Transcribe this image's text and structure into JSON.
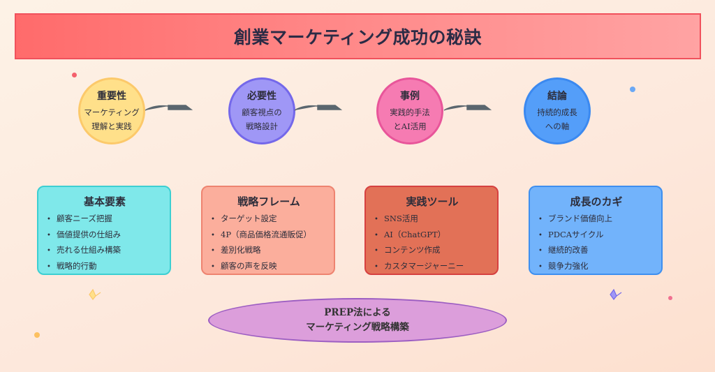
{
  "title": "創業マーケティング成功の秘訣",
  "colors": {
    "title_bar": "#ff6b6b",
    "circle_importance": "#ffe08a",
    "circle_necessity": "#9f97f6",
    "circle_case": "#f67bb2",
    "circle_conclusion": "#549ef9",
    "card_basics": "#7fe8ea",
    "card_framework": "#fbae9c",
    "card_tools": "#e27157",
    "card_growth": "#72b3fb",
    "ellipse": "#dc9edb",
    "arrow": "#5a666e"
  },
  "circles": [
    {
      "title": "重要性",
      "lines": [
        "マーケティング",
        "理解と実践"
      ]
    },
    {
      "title": "必要性",
      "lines": [
        "顧客視点の",
        "戦略設計"
      ]
    },
    {
      "title": "事例",
      "lines": [
        "実践的手法",
        "とAI活用"
      ]
    },
    {
      "title": "結論",
      "lines": [
        "持続的成長",
        "への軸"
      ]
    }
  ],
  "cards": [
    {
      "title": "基本要素",
      "items": [
        "顧客ニーズ把握",
        "価値提供の仕組み",
        "売れる仕組み構築",
        "戦略的行動"
      ]
    },
    {
      "title": "戦略フレーム",
      "items": [
        "ターゲット設定",
        "4P（商品価格流通販促）",
        "差別化戦略",
        "顧客の声を反映"
      ]
    },
    {
      "title": "実践ツール",
      "items": [
        "SNS活用",
        "AI（ChatGPT）",
        "コンテンツ作成",
        "カスタマージャーニー"
      ]
    },
    {
      "title": "成長のカギ",
      "items": [
        "ブランド価値向上",
        "PDCAサイクル",
        "継続的改善",
        "競争力強化"
      ]
    }
  ],
  "footer": {
    "lines": [
      "PREP法による",
      "マーケティング戦略構築"
    ]
  }
}
